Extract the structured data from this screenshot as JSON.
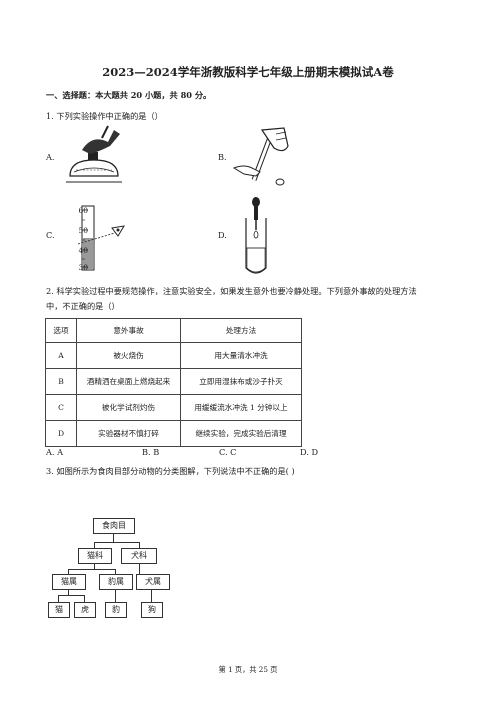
{
  "title": "2023—2024学年浙教版科学七年级上册期末模拟试A卷",
  "section1": "一、选择题：本大题共 20 小题，共 80 分。",
  "q1": {
    "stem": "1. 下列实验操作中正确的是（）",
    "opt_a": "A.",
    "opt_b": "B.",
    "opt_c": "C.",
    "opt_d": "D.",
    "cylinder_ticks": [
      "60",
      "50",
      "40",
      "30"
    ]
  },
  "q2": {
    "stem_line1": "2. 科学实验过程中要规范操作，注意实验安全，如果发生意外也要冷静处理。下列意外事故的处理方法",
    "stem_line2": "中，不正确的是（）",
    "headers": [
      "选项",
      "意外事故",
      "处理方法"
    ],
    "rows": [
      [
        "A",
        "被火烧伤",
        "用大量清水冲洗"
      ],
      [
        "B",
        "酒精洒在桌面上燃烧起来",
        "立即用湿抹布或沙子扑灭"
      ],
      [
        "C",
        "被化学试剂灼伤",
        "用缓缓流水冲洗 1 分钟以上"
      ],
      [
        "D",
        "实验器材不慎打碎",
        "继续实验，完成实验后清理"
      ]
    ],
    "answers": [
      "A. A",
      "B. B",
      "C. C",
      "D. D"
    ]
  },
  "q3": {
    "stem": "3. 如图所示为食肉目部分动物的分类图解，下列说法中不正确的是( )",
    "tree": {
      "order": "食肉目",
      "families": [
        "猫科",
        "犬科"
      ],
      "genera": [
        "猫属",
        "豹属",
        "犬属"
      ],
      "species": [
        "猫",
        "虎",
        "豹",
        "狗"
      ]
    }
  },
  "footer": "第 1 页，共 25 页"
}
